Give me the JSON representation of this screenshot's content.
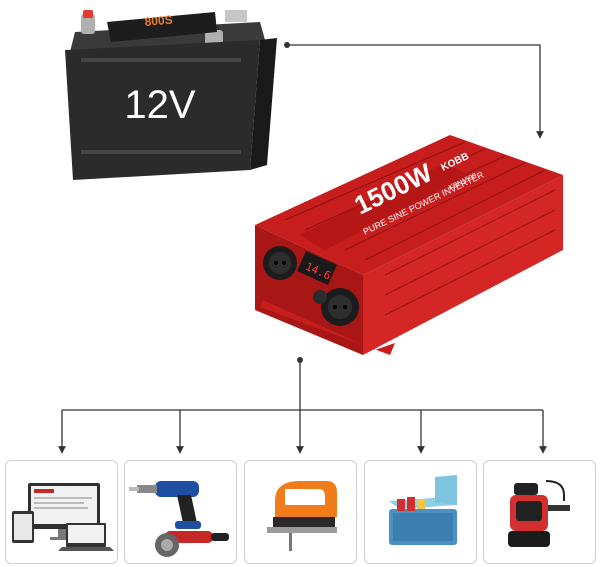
{
  "battery": {
    "voltage_label": "12V",
    "top_sticker_text": "800S"
  },
  "inverter": {
    "power_label": "1500W",
    "subtitle": "PURE SINE POWER INVERTER",
    "brand": "KOBB",
    "model": "KBN1500",
    "display_value": "14.6"
  },
  "devices": [
    {
      "name": "computers-and-laptop"
    },
    {
      "name": "power-drill-and-angle-grinder"
    },
    {
      "name": "jigsaw"
    },
    {
      "name": "portable-cooler"
    },
    {
      "name": "submersible-pump"
    }
  ],
  "colors": {
    "battery_body": "#2b2b2b",
    "inverter_red": "#d21f1f",
    "connector_line": "#333333"
  }
}
